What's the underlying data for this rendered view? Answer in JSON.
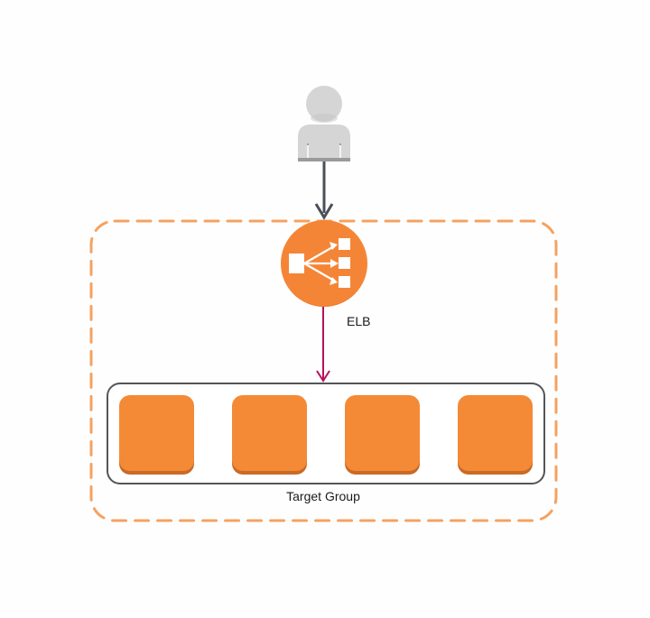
{
  "diagram": {
    "type": "architecture",
    "nodes": {
      "user": {
        "icon": "user-icon",
        "label": ""
      },
      "elb": {
        "icon": "load-balancer-icon",
        "label": "ELB"
      },
      "target_group": {
        "label": "Target Group",
        "targets": [
          {
            "icon": "instance-icon",
            "label": ""
          },
          {
            "icon": "instance-icon",
            "label": ""
          },
          {
            "icon": "instance-icon",
            "label": ""
          },
          {
            "icon": "instance-icon",
            "label": ""
          }
        ]
      }
    },
    "edges": [
      {
        "from": "user",
        "to": "elb",
        "color": "#4a5059"
      },
      {
        "from": "elb",
        "to": "target_group",
        "color": "#b5135e"
      }
    ],
    "containers": [
      {
        "name": "outer-dashed-boundary",
        "style": "dashed",
        "color": "#f5a261"
      }
    ]
  },
  "colors": {
    "orange": "#f58536",
    "orange_dark": "#c96a26",
    "dashed_orange": "#f5a261",
    "user_gray": "#d5d5d5",
    "user_gray_dark": "#9a9a9a",
    "arrow_gray": "#4a5059",
    "arrow_magenta": "#b5135e",
    "group_border": "#555555"
  }
}
